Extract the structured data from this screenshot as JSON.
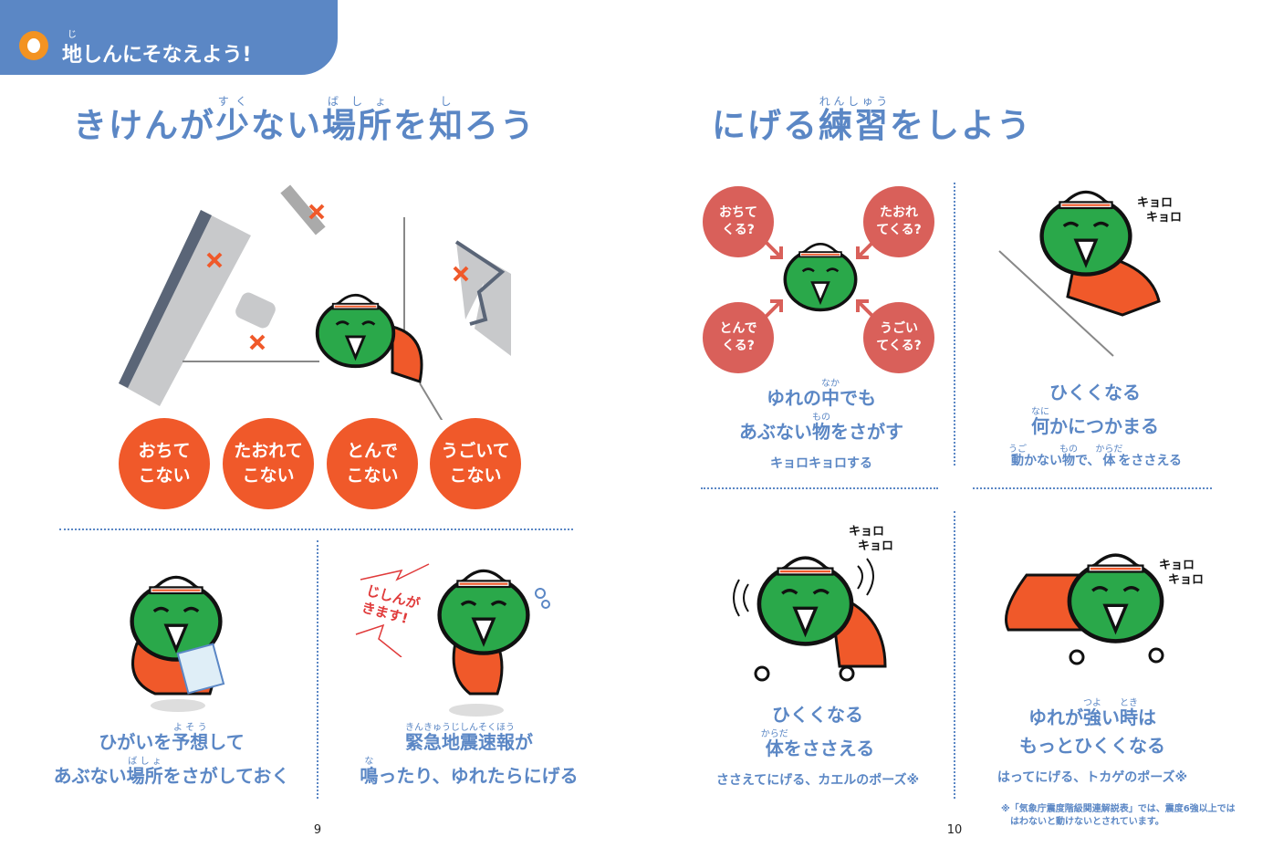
{
  "header": {
    "section_title": "地しんにそなえよう!",
    "section_title_ruby": "じ",
    "section_title_base": "地",
    "section_title_rest": "しんにそなえよう!"
  },
  "left": {
    "title_parts": [
      {
        "t": "きけんが"
      },
      {
        "t": "少",
        "r": "すく"
      },
      {
        "t": "ない"
      },
      {
        "t": "場所",
        "r": "ばしょ"
      },
      {
        "t": "を"
      },
      {
        "t": "知",
        "r": "し"
      },
      {
        "t": "ろう"
      }
    ],
    "hazard_circles": [
      [
        "おちて",
        "こない"
      ],
      [
        "たおれて",
        "こない"
      ],
      [
        "とんで",
        "こない"
      ],
      [
        "うごいて",
        "こない"
      ]
    ],
    "caption_a": {
      "line1_parts": [
        {
          "t": "ひがいを"
        },
        {
          "t": "予想",
          "r": "よそう"
        },
        {
          "t": "して"
        }
      ],
      "line2_parts": [
        {
          "t": "あぶない"
        },
        {
          "t": "場所",
          "r": "ばしょ"
        },
        {
          "t": "をさがしておく"
        }
      ]
    },
    "caption_b": {
      "line1_parts": [
        {
          "t": "緊急地震速報",
          "r": "きんきゅうじしんそくほう"
        },
        {
          "t": "が"
        }
      ],
      "line2_parts": [
        {
          "t": "鳴",
          "r": "な"
        },
        {
          "t": "ったり、ゆれたらにげる"
        }
      ]
    },
    "alert_text": [
      "じしんが",
      "きます!"
    ],
    "page_number": "9"
  },
  "right": {
    "title_parts": [
      {
        "t": "にげる"
      },
      {
        "t": "練習",
        "r": "れんしゅう"
      },
      {
        "t": "をしよう"
      }
    ],
    "question_circles": [
      [
        "おちて",
        "くる?"
      ],
      [
        "たおれ",
        "てくる?"
      ],
      [
        "とんで",
        "くる?"
      ],
      [
        "うごい",
        "てくる?"
      ]
    ],
    "caption_1": {
      "line1_parts": [
        {
          "t": "ゆれの"
        },
        {
          "t": "中",
          "r": "なか"
        },
        {
          "t": "でも"
        }
      ],
      "line2_parts": [
        {
          "t": "あぶない"
        },
        {
          "t": "物",
          "r": "もの"
        },
        {
          "t": "をさがす"
        }
      ],
      "sub": "キョロキョロする"
    },
    "caption_2": {
      "line1_parts": [
        {
          "t": "ひくくなる"
        }
      ],
      "line2_parts": [
        {
          "t": "何",
          "r": "なに"
        },
        {
          "t": "かにつかまる"
        }
      ],
      "sub_parts": [
        {
          "t": "動",
          "r": "うご"
        },
        {
          "t": "かない"
        },
        {
          "t": "物",
          "r": "もの"
        },
        {
          "t": "で、"
        },
        {
          "t": "体",
          "r": "からだ"
        },
        {
          "t": "をささえる"
        }
      ]
    },
    "caption_3": {
      "line1_parts": [
        {
          "t": "ひくくなる"
        }
      ],
      "line2_parts": [
        {
          "t": "体",
          "r": "からだ"
        },
        {
          "t": "をささえる"
        }
      ],
      "sub": "ささえてにげる、カエルのポーズ※"
    },
    "caption_4": {
      "line1_parts": [
        {
          "t": "ゆれが"
        },
        {
          "t": "強",
          "r": "つよ"
        },
        {
          "t": "い"
        },
        {
          "t": "時",
          "r": "とき"
        },
        {
          "t": "は"
        }
      ],
      "line2_parts": [
        {
          "t": "もっとひくくなる"
        }
      ],
      "sub": "はってにげる、トカゲのポーズ※"
    },
    "kyoro_label": [
      "キョロ",
      "キョロ"
    ],
    "footnote": [
      "※「気象庁震度階級関連解説表」では、震度6強以上では",
      "はわないと動けないとされています。"
    ],
    "page_number": "10"
  },
  "colors": {
    "blue": "#5b87c5",
    "orange": "#f0592a",
    "red": "#d9605a",
    "green": "#2aa84a"
  }
}
